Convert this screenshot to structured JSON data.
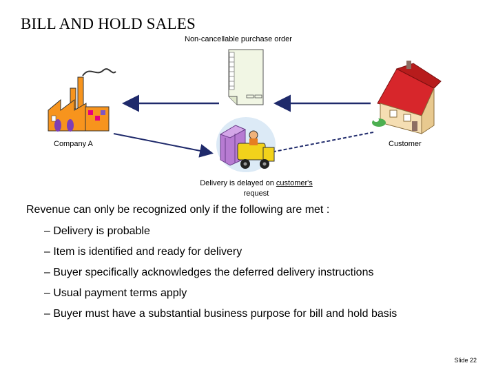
{
  "header": {
    "title": "BILL AND HOLD SALES",
    "subtitle": "Non-cancellable purchase order"
  },
  "diagram": {
    "company_label": "Company A",
    "customer_label": "Customer",
    "note_prefix": "Delivery is delayed on ",
    "note_underlined": "customer's",
    "note_suffix": "request"
  },
  "body": {
    "intro": "Revenue can only be recognized only if the following are met :",
    "conditions": [
      "– Delivery is probable",
      "– Item is identified and ready for delivery",
      "– Buyer specifically acknowledges the deferred delivery instructions",
      "– Usual payment terms apply",
      "– Buyer must have a substantial business purpose for bill and hold basis"
    ]
  },
  "footer": {
    "slide_number": "Slide 22"
  },
  "colors": {
    "arrow": "#1f2a6b",
    "factory": "#f7941d",
    "house_roof": "#d7262b",
    "truck": "#f2d21b",
    "box": "#b77bd2"
  }
}
